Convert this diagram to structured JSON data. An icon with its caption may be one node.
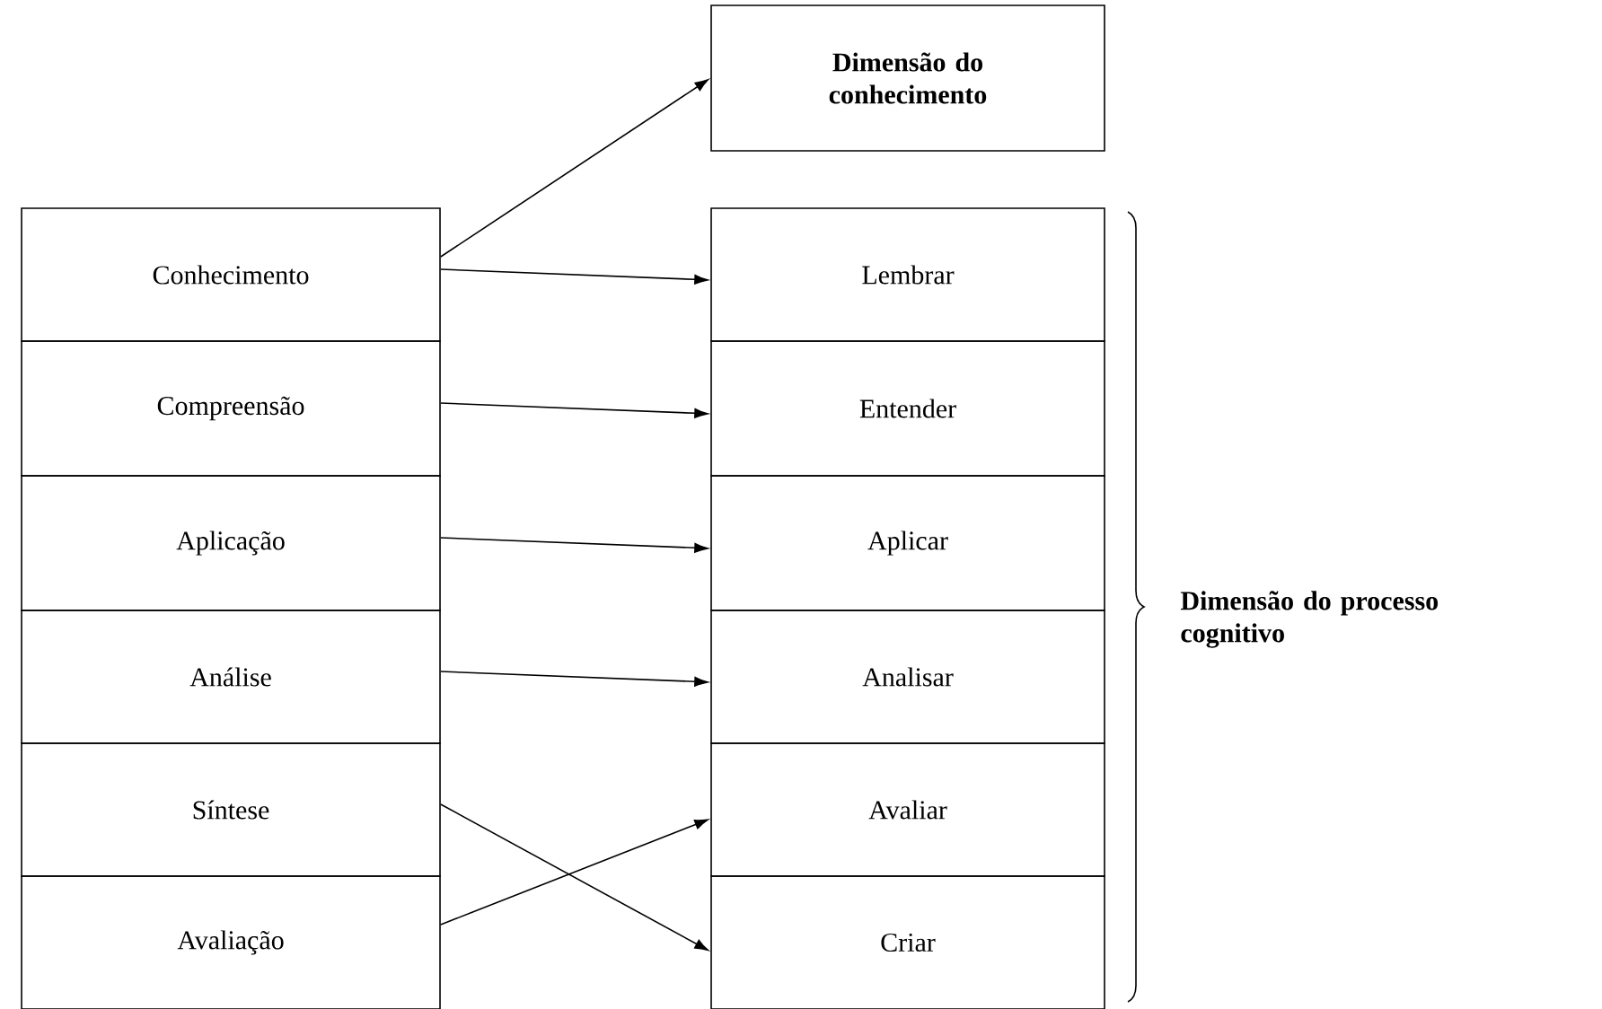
{
  "diagram": {
    "nodes": [
      {
        "text": [
          "Conhecimento"
        ]
      },
      {
        "text": [
          "Compreensão"
        ]
      },
      {
        "text": [
          "Aplicação"
        ]
      },
      {
        "text": [
          "Análise"
        ]
      },
      {
        "text": [
          "Síntese"
        ]
      },
      {
        "text": [
          "Avaliação"
        ]
      },
      {
        "text": [
          "Dimensão do conhecimento"
        ]
      },
      {
        "text": [
          "Lembrar"
        ]
      },
      {
        "text": [
          "Entender"
        ]
      },
      {
        "text": [
          "Aplicar"
        ]
      },
      {
        "text": [
          "Analisar"
        ]
      },
      {
        "text": [
          "Avaliar"
        ]
      },
      {
        "text": [
          "Criar"
        ]
      }
    ],
    "edges": [
      {
        "from": 0,
        "to": 6,
        "arrow": "to"
      },
      {
        "from": 0,
        "to": 7,
        "arrow": "to"
      },
      {
        "from": 1,
        "to": 8,
        "arrow": "to"
      },
      {
        "from": 2,
        "to": 9,
        "arrow": "to"
      },
      {
        "from": 3,
        "to": 10,
        "arrow": "to"
      },
      {
        "from": 4,
        "to": 12,
        "arrow": "to"
      },
      {
        "from": 5,
        "to": 11,
        "arrow": "to"
      }
    ],
    "labels": [
      "Dimensão do processo cognitivo"
    ]
  }
}
